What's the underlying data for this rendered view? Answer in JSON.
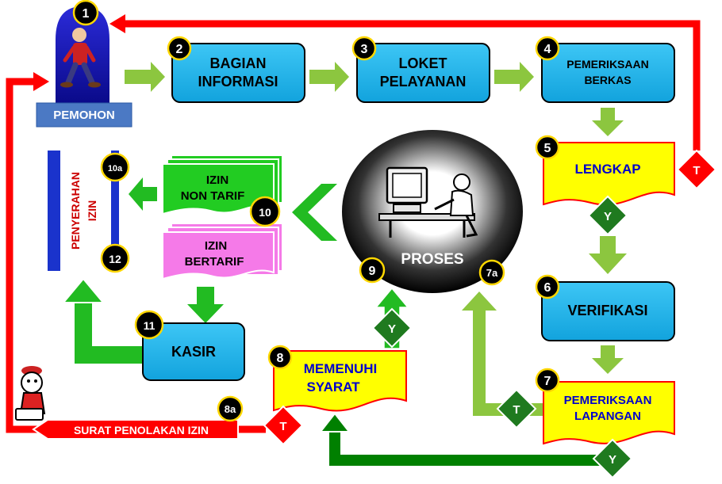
{
  "steps": {
    "pemohon": {
      "number": "1",
      "label": "PEMOHON"
    },
    "bagian_informasi": {
      "number": "2",
      "line1": "BAGIAN",
      "line2": "INFORMASI"
    },
    "loket_pelayanan": {
      "number": "3",
      "line1": "LOKET",
      "line2": "PELAYANAN"
    },
    "pemeriksaan_berkas": {
      "number": "4",
      "line1": "PEMERIKSAAN",
      "line2": "BERKAS"
    },
    "lengkap": {
      "number": "5",
      "label": "LENGKAP"
    },
    "verifikasi": {
      "number": "6",
      "label": "VERIFIKASI"
    },
    "pemeriksaan_lapangan": {
      "number": "7",
      "line1": "PEMERIKSAAN",
      "line2": "LAPANGAN"
    },
    "proses_7a": {
      "number": "7a"
    },
    "memenuhi_syarat": {
      "number": "8",
      "line1": "MEMENUHI",
      "line2": "SYARAT"
    },
    "surat_penolakan": {
      "number": "8a",
      "label": "SURAT PENOLAKAN IZIN"
    },
    "proses": {
      "number": "9",
      "label": "PROSES"
    },
    "izin_non_tarif": {
      "number": "10",
      "line1": "IZIN",
      "line2": "NON TARIF"
    },
    "izin_bertarif": {
      "line1": "IZIN",
      "line2": "BERTARIF"
    },
    "penyerahan_izin": {
      "number_top": "10a",
      "number_bottom": "12",
      "line1": "PENYERAHAN",
      "line2": "IZIN"
    },
    "kasir": {
      "number": "11",
      "label": "KASIR"
    }
  },
  "decisions": {
    "lengkap_tidak": "T",
    "lengkap_ya": "Y",
    "memenuhi_ya": "Y",
    "memenuhi_tidak": "T",
    "lapangan_tidak": "T",
    "lapangan_ya": "Y"
  },
  "colors": {
    "box_blue": "#1ab2e8",
    "doc_yellow": "#ffff00",
    "doc_green": "#22cc22",
    "doc_pink": "#f57ae8",
    "arrow_light_green": "#8cc63f",
    "arrow_dark_green": "#008000",
    "flow_red": "#ff0000",
    "decision_red": "#ff0000",
    "decision_green": "#1f7a1f",
    "badge_black": "#000000",
    "panel_blue": "#1a33cc",
    "text_navy": "#000080"
  },
  "icons": {
    "applicant": "walking-man-icon",
    "officer": "stamp-officer-icon",
    "process": "computer-worker-icon"
  }
}
